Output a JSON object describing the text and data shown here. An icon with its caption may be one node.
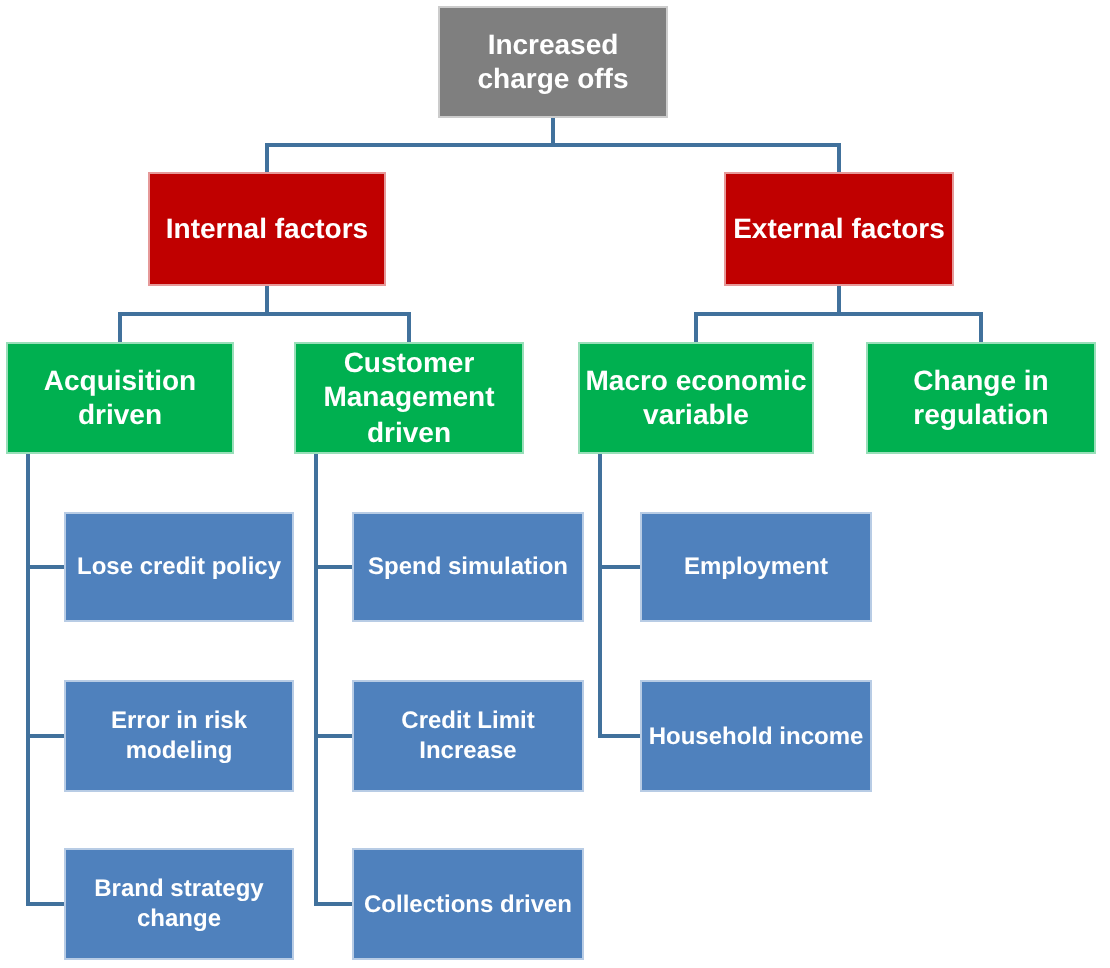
{
  "diagram": {
    "nodes": [
      {
        "text": [
          "Increased charge offs"
        ]
      },
      {
        "text": [
          "Internal factors"
        ]
      },
      {
        "text": [
          "External factors"
        ]
      },
      {
        "text": [
          "Acquisition driven"
        ]
      },
      {
        "text": [
          "Customer Management driven"
        ]
      },
      {
        "text": [
          "Macro economic variable"
        ]
      },
      {
        "text": [
          "Change in regulation"
        ]
      },
      {
        "text": [
          "Lose credit policy"
        ]
      },
      {
        "text": [
          "Error in risk modeling"
        ]
      },
      {
        "text": [
          "Brand strategy change"
        ]
      },
      {
        "text": [
          "Spend simulation"
        ]
      },
      {
        "text": [
          "Credit Limit Increase"
        ]
      },
      {
        "text": [
          "Collections driven"
        ]
      },
      {
        "text": [
          "Employment"
        ]
      },
      {
        "text": [
          "Household income"
        ]
      }
    ],
    "edges": [
      {
        "from": 0,
        "to": 1,
        "arrow": "none"
      },
      {
        "from": 0,
        "to": 2,
        "arrow": "none"
      },
      {
        "from": 1,
        "to": 3,
        "arrow": "none"
      },
      {
        "from": 1,
        "to": 4,
        "arrow": "none"
      },
      {
        "from": 2,
        "to": 5,
        "arrow": "none"
      },
      {
        "from": 2,
        "to": 6,
        "arrow": "none"
      },
      {
        "from": 3,
        "to": 7,
        "arrow": "none"
      },
      {
        "from": 3,
        "to": 8,
        "arrow": "none"
      },
      {
        "from": 3,
        "to": 9,
        "arrow": "none"
      },
      {
        "from": 4,
        "to": 10,
        "arrow": "none"
      },
      {
        "from": 4,
        "to": 11,
        "arrow": "none"
      },
      {
        "from": 4,
        "to": 12,
        "arrow": "none"
      },
      {
        "from": 5,
        "to": 13,
        "arrow": "none"
      },
      {
        "from": 5,
        "to": 14,
        "arrow": "none"
      }
    ]
  }
}
